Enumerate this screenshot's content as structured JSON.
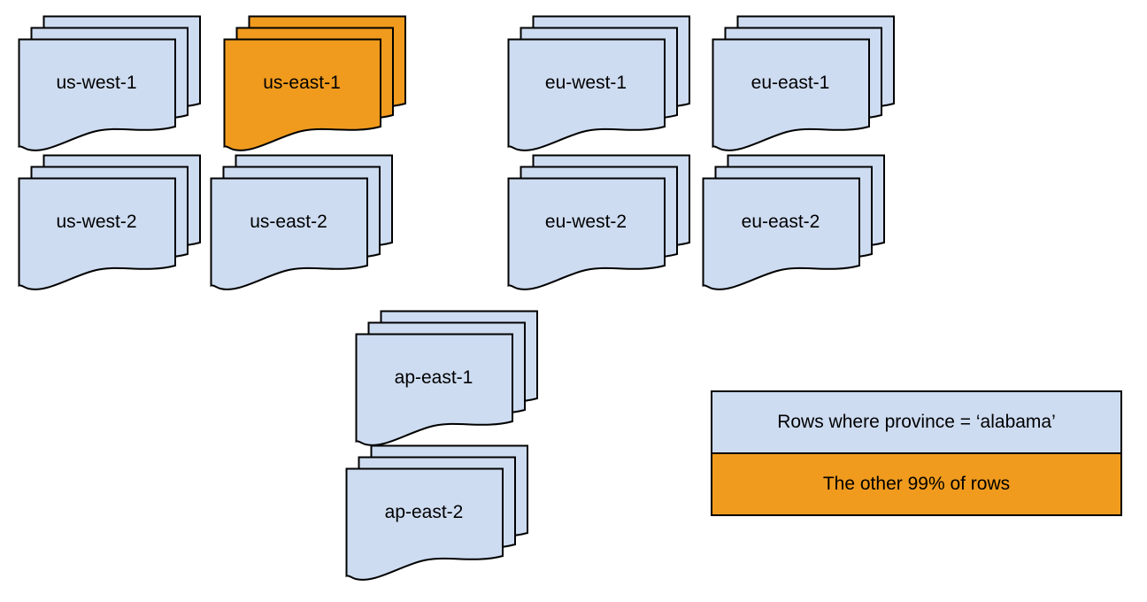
{
  "colors": {
    "doc-blue": "#CEDCF1",
    "doc-orange": "#F09B1E",
    "outline": "#000000",
    "background": "#FFFFFF"
  },
  "regions": [
    {
      "label": "us-west-1",
      "variant": "blue"
    },
    {
      "label": "us-east-1",
      "variant": "orange"
    },
    {
      "label": "eu-west-1",
      "variant": "blue"
    },
    {
      "label": "eu-east-1",
      "variant": "blue"
    },
    {
      "label": "us-west-2",
      "variant": "blue"
    },
    {
      "label": "us-east-2",
      "variant": "blue"
    },
    {
      "label": "eu-west-2",
      "variant": "blue"
    },
    {
      "label": "eu-east-2",
      "variant": "blue"
    },
    {
      "label": "ap-east-1",
      "variant": "blue"
    },
    {
      "label": "ap-east-2",
      "variant": "blue"
    }
  ],
  "legend": {
    "items": [
      {
        "label": "Rows where province = ‘alabama’",
        "variant": "blue"
      },
      {
        "label": "The other 99% of rows",
        "variant": "orange"
      }
    ]
  }
}
